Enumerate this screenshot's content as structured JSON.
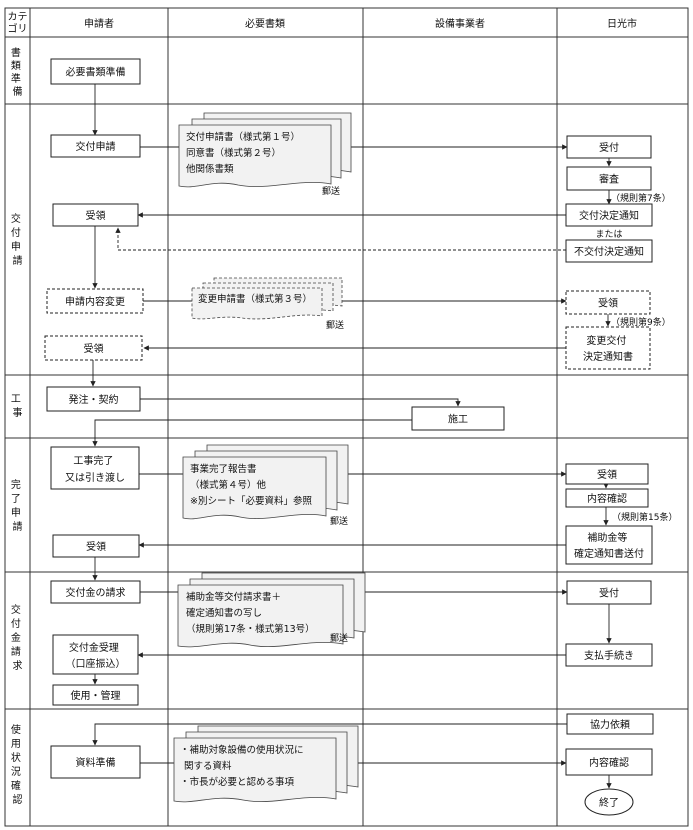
{
  "header": {
    "category": [
      "カテ",
      "ゴリ"
    ],
    "col_applicant": "申請者",
    "col_documents": "必要書類",
    "col_contractor": "設備事業者",
    "col_city": "日光市"
  },
  "rows": {
    "prep": [
      "書",
      "類",
      "準",
      "備"
    ],
    "issue": [
      "交",
      "付",
      "申",
      "請"
    ],
    "construction": [
      "工",
      "事"
    ],
    "completion": [
      "完",
      "了",
      "申",
      "請"
    ],
    "payment": [
      "交",
      "付",
      "金",
      "請",
      "求"
    ],
    "usage": [
      "使",
      "用",
      "状",
      "況",
      "確",
      "認"
    ]
  },
  "prep": {
    "docs_prep": "必要書類準備"
  },
  "issue": {
    "application": "交付申請",
    "docs": [
      "交付申請書（様式第１号）",
      "同意書（様式第２号）",
      "他関係書類"
    ],
    "mail": "郵送",
    "city_receive": "受付",
    "city_review": "審査",
    "rule7": "（規則第7条）",
    "decision": "交付決定通知",
    "or": "または",
    "rejection": "不交付決定通知",
    "applicant_receive": "受領",
    "change_app": "申請内容変更",
    "change_doc": "変更申請書（様式第３号）",
    "mail2": "郵送",
    "city_receive2": "受領",
    "rule9": "（規則第9条）",
    "change_notice": [
      "変更交付",
      "決定通知書"
    ],
    "applicant_receive2": "受領"
  },
  "construction": {
    "order": "発注・契約",
    "work": "施工"
  },
  "completion": {
    "complete": [
      "工事完了",
      "又は引き渡し"
    ],
    "docs": [
      "事業完了報告書",
      "（様式第４号）他",
      "※別シート「必要資料」参照"
    ],
    "mail": "郵送",
    "city_receive": "受領",
    "city_check": "内容確認",
    "rule15": "（規則第15条）",
    "fix_notice": [
      "補助金等",
      "確定通知書送付"
    ],
    "applicant_receive": "受領"
  },
  "payment": {
    "request": "交付金の請求",
    "docs": [
      "補助金等交付請求書＋",
      "確定通知書の写し",
      "（規則第17条・様式第13号）"
    ],
    "mail": "郵送",
    "city_receive": "受付",
    "receipt": [
      "交付金受理",
      "（口座振込）"
    ],
    "procedure": "支払手続き",
    "use": "使用・管理"
  },
  "usage": {
    "request": "協力依頼",
    "prep": "資料準備",
    "docs": [
      "・補助対象設備の使用状況に",
      "関する資料",
      "・市長が必要と認める事項"
    ],
    "check": "内容確認",
    "end": "終了"
  }
}
